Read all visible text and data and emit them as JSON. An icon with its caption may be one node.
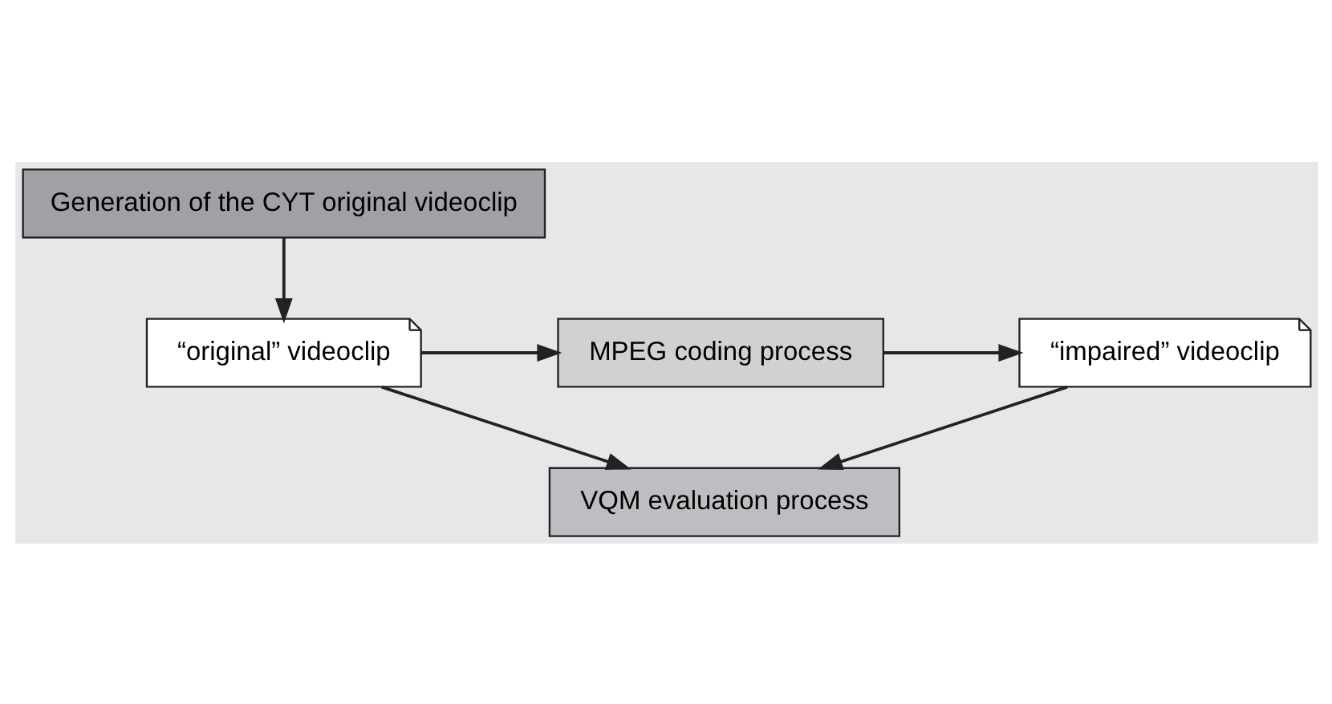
{
  "diagram": {
    "nodes": [
      {
        "text": [
          "Generation of the CYT original videoclip"
        ]
      },
      {
        "text": [
          "“original” videoclip"
        ]
      },
      {
        "text": [
          "MPEG coding process"
        ]
      },
      {
        "text": [
          "“impaired” videoclip"
        ]
      },
      {
        "text": [
          "VQM evaluation process"
        ]
      }
    ],
    "edges": [
      {
        "from": 0,
        "to": 1,
        "arrow": "to"
      },
      {
        "from": 1,
        "to": 2,
        "arrow": "to"
      },
      {
        "from": 2,
        "to": 3,
        "arrow": "to"
      },
      {
        "from": 1,
        "to": 4,
        "arrow": "to"
      },
      {
        "from": 3,
        "to": 4,
        "arrow": "to"
      }
    ]
  }
}
